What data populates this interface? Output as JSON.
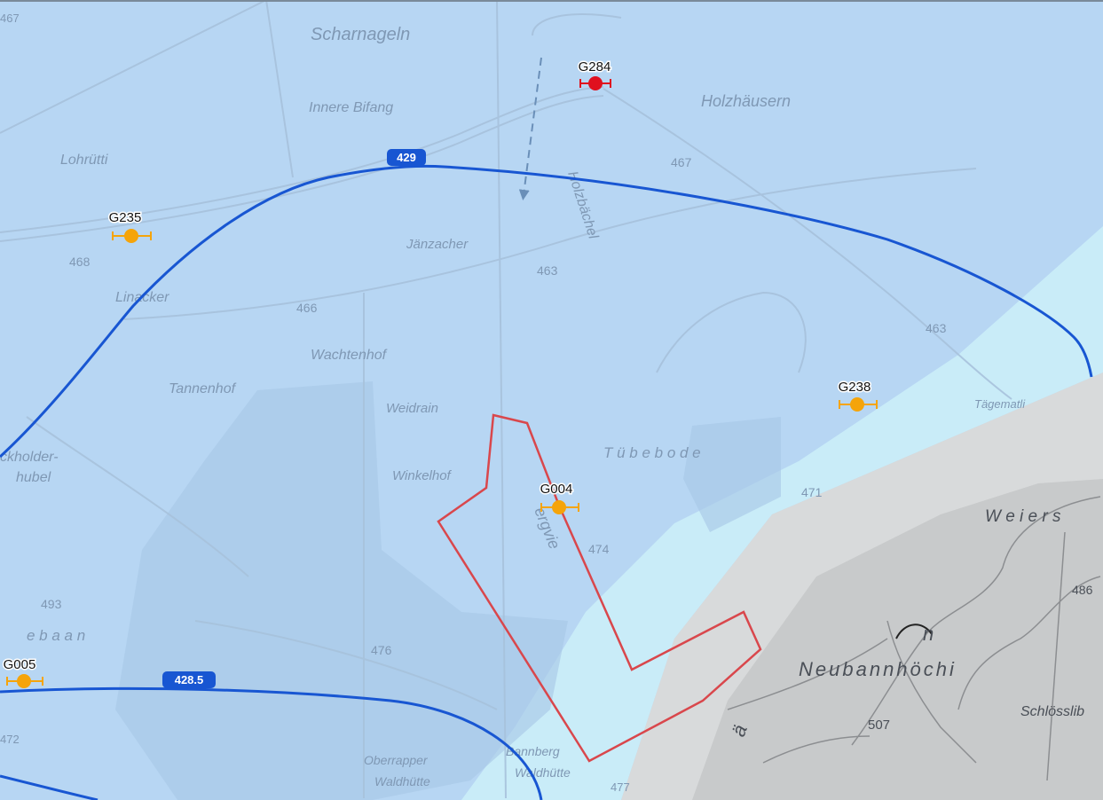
{
  "map": {
    "colors": {
      "aquifer_blue": "#b7d6f3",
      "flow_zone": "#c9ecf8",
      "terrain_gray": "#d3d5d6",
      "contour_line": "#1856d2",
      "perimeter": "#d9474c",
      "station_orange": "#f5a40a",
      "station_red": "#e0101e"
    },
    "place_names": {
      "scharnageln": "Scharnageln",
      "innere_bifang": "Innere Bifang",
      "holzhausern": "Holzhäusern",
      "lohrutti": "Lohrütti",
      "janzacher": "Jänzacher",
      "linacker": "Linacker",
      "tannenhof": "Tannenhof",
      "wachtenhof": "Wachtenhof",
      "weidrain": "Weidrain",
      "winkelhof": "Winkelhof",
      "holzbachel": "Holzbächel",
      "tubebode": "T ü b e b o d e",
      "bergvietel": "ergvie",
      "tagemattli": "Tägematli",
      "weiers": "W e i e r s",
      "neubannhochi": "Neubannhöchi",
      "schlosslib": "Schlösslib",
      "wachholderhubel_1": "ckholder-",
      "wachholderhubel_2": "hubel",
      "neubaan": "e b a a n",
      "oberrapper_1": "Oberrapper",
      "oberrapper_2": "Waldhütte",
      "bannberg_1": "Bannberg",
      "bannberg_2": "Waldhütte",
      "wald_a": "ä",
      "wald_n": "n"
    },
    "spot_heights": {
      "h467a": "467",
      "h468": "468",
      "h467b": "467",
      "h466": "466",
      "h463a": "463",
      "h463b": "463",
      "h471": "471",
      "h474": "474",
      "h486": "486",
      "h507": "507",
      "h493": "493",
      "h476": "476",
      "h477": "477",
      "h472": "472"
    },
    "contours": [
      {
        "label": "429"
      },
      {
        "label": "428.5"
      }
    ],
    "stations": [
      {
        "id": "G284",
        "status": "red"
      },
      {
        "id": "G235",
        "status": "orange"
      },
      {
        "id": "G238",
        "status": "orange"
      },
      {
        "id": "G004",
        "status": "orange"
      },
      {
        "id": "G005",
        "status": "orange"
      }
    ]
  }
}
